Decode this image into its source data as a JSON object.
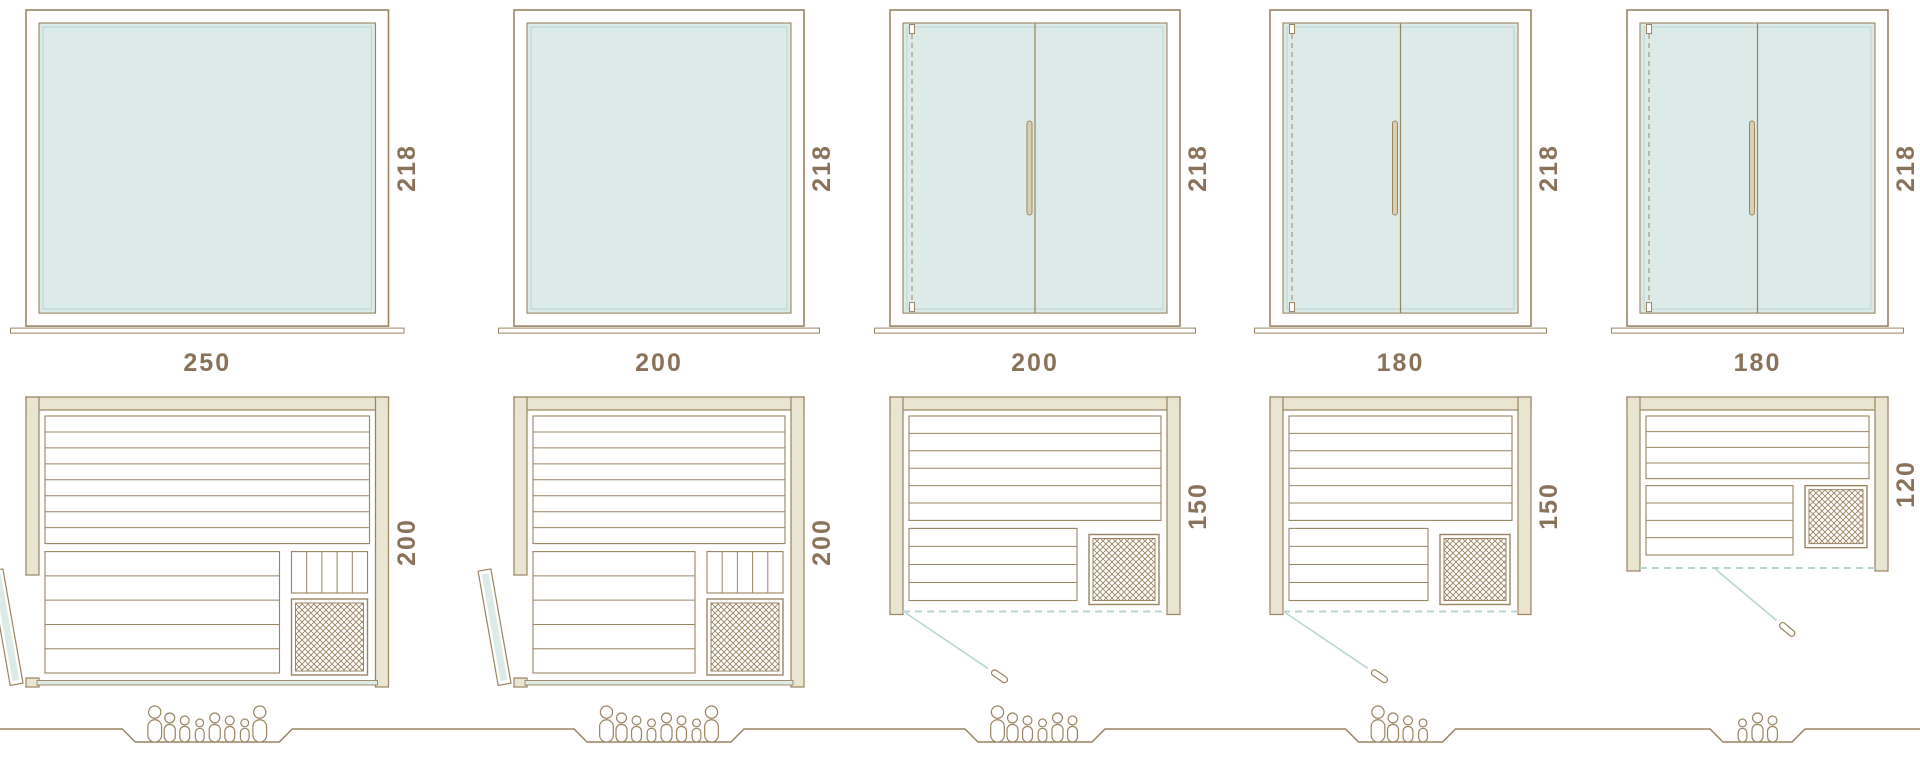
{
  "diagram": {
    "type": "sauna-model-size-comparison",
    "rows": [
      "front-elevation",
      "width-dimension",
      "floor-plan",
      "capacity-figures"
    ]
  },
  "units": "cm",
  "colors": {
    "outline": "#9a8460",
    "glass_fill": "#dcebe8",
    "glass_line": "#b7d6d1",
    "wall_fill": "#e9e5d1",
    "handle_fill": "#d9d0af",
    "label_text": "#8a7259",
    "background": "#ffffff"
  },
  "saunas": [
    {
      "name": "sauna-250x200",
      "front": {
        "style": "fixed-glass-panel",
        "width_cm": 250,
        "height_cm": 218,
        "height_label": "218"
      },
      "width_label": "250",
      "plan": {
        "depth_cm": 200,
        "depth_label": "200",
        "door": "hinged-left",
        "features": [
          "upper-bench",
          "lower-bench",
          "heater"
        ]
      },
      "capacity_people": 8
    },
    {
      "name": "sauna-200x200",
      "front": {
        "style": "fixed-glass-panel",
        "width_cm": 200,
        "height_cm": 218,
        "height_label": "218"
      },
      "width_label": "200",
      "plan": {
        "depth_cm": 200,
        "depth_label": "200",
        "door": "hinged-left",
        "features": [
          "upper-bench",
          "lower-bench",
          "heater"
        ]
      },
      "capacity_people": 8
    },
    {
      "name": "sauna-200x150",
      "front": {
        "style": "double-glass-door",
        "width_cm": 200,
        "height_cm": 218,
        "height_label": "218"
      },
      "width_label": "200",
      "plan": {
        "depth_cm": 150,
        "depth_label": "150",
        "door": "front-hinged",
        "features": [
          "upper-bench",
          "lower-bench",
          "heater"
        ]
      },
      "capacity_people": 6
    },
    {
      "name": "sauna-180x150",
      "front": {
        "style": "double-glass-door",
        "width_cm": 180,
        "height_cm": 218,
        "height_label": "218"
      },
      "width_label": "180",
      "plan": {
        "depth_cm": 150,
        "depth_label": "150",
        "door": "front-hinged",
        "features": [
          "upper-bench",
          "lower-bench",
          "heater"
        ]
      },
      "capacity_people": 4
    },
    {
      "name": "sauna-180x120",
      "front": {
        "style": "double-glass-door",
        "width_cm": 180,
        "height_cm": 218,
        "height_label": "218"
      },
      "width_label": "180",
      "plan": {
        "depth_cm": 120,
        "depth_label": "120",
        "door": "front-hinged",
        "features": [
          "bench",
          "heater"
        ]
      },
      "capacity_people": 3
    }
  ]
}
